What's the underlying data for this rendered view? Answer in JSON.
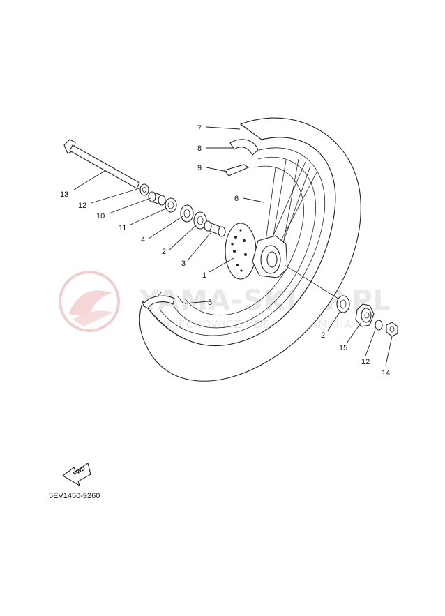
{
  "watermark": {
    "main": "YAMA-SKLEP.PL",
    "sub": "WOJCIECHOWICZ | DEALER YAMAHA",
    "color": "#e9b8b8"
  },
  "callouts": {
    "c1": "1",
    "c2a": "2",
    "c2b": "2",
    "c3": "3",
    "c4": "4",
    "c5": "5",
    "c6": "6",
    "c7": "7",
    "c8": "8",
    "c9": "9",
    "c10": "10",
    "c11": "11",
    "c12a": "12",
    "c12b": "12",
    "c13": "13",
    "c14": "14",
    "c15": "15"
  },
  "fwd_label": "FWD",
  "diagram_code": "5EV1450-9260"
}
